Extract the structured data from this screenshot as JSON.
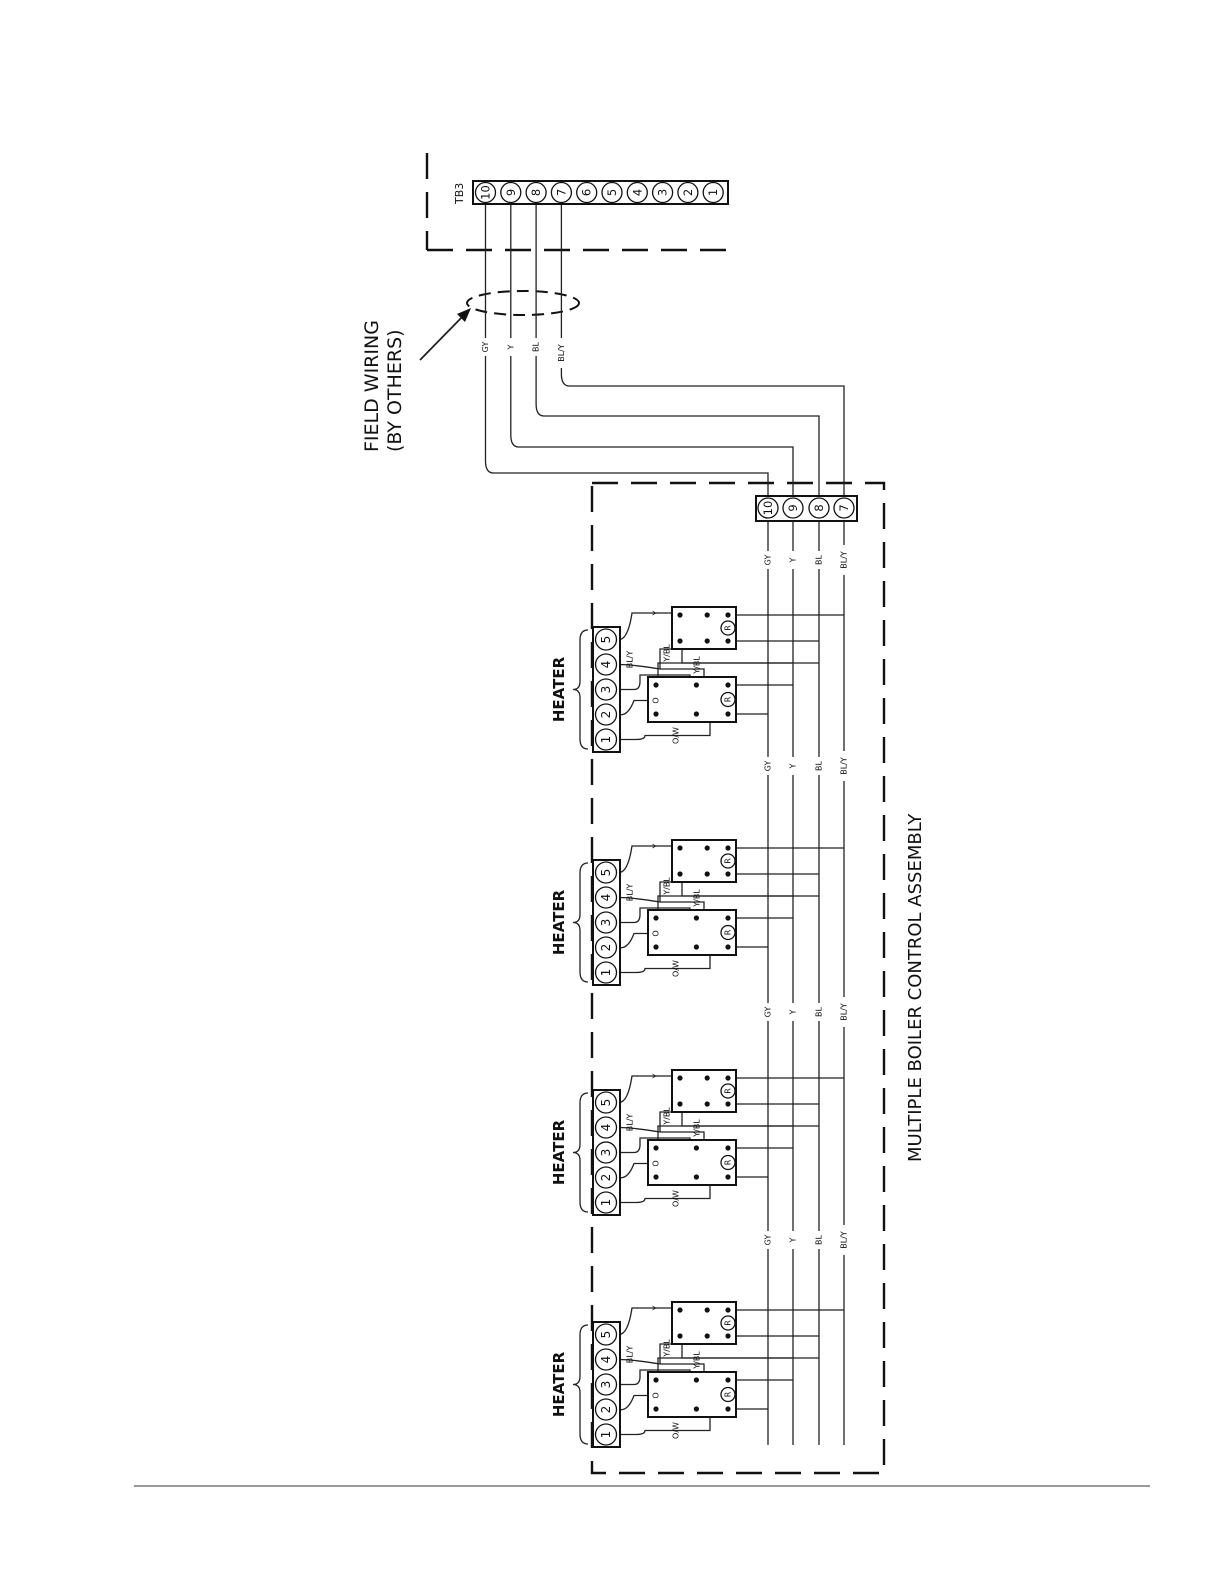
{
  "field_wiring": {
    "line1": "FIELD WIRING",
    "line2": "(BY OTHERS)"
  },
  "tb3": {
    "label": "TB3",
    "terminals": [
      "10",
      "9",
      "8",
      "7",
      "6",
      "5",
      "4",
      "3",
      "2",
      "1"
    ]
  },
  "assembly": {
    "title": "MULTIPLE BOILER CONTROL ASSEMBLY",
    "terminals": [
      "10",
      "9",
      "8",
      "7"
    ]
  },
  "wires": [
    "GY",
    "Y",
    "BL",
    "BL/Y"
  ],
  "heaters": [
    {
      "label": "HEATER",
      "terminals": [
        "1",
        "2",
        "3",
        "4",
        "5"
      ],
      "wire_labels": [
        "O/W",
        "O",
        "BL/Y",
        "Y/BL",
        "Y/BL",
        "Y"
      ],
      "relay_symbol": "R"
    },
    {
      "label": "HEATER",
      "terminals": [
        "1",
        "2",
        "3",
        "4",
        "5"
      ],
      "wire_labels": [
        "O/W",
        "O",
        "BL/Y",
        "Y/BL",
        "Y/BL",
        "Y"
      ],
      "relay_symbol": "R"
    },
    {
      "label": "HEATER",
      "terminals": [
        "1",
        "2",
        "3",
        "4",
        "5"
      ],
      "wire_labels": [
        "O/W",
        "O",
        "BL/Y",
        "Y/BL",
        "Y/BL",
        "Y"
      ],
      "relay_symbol": "R"
    },
    {
      "label": "HEATER",
      "terminals": [
        "1",
        "2",
        "3",
        "4",
        "5"
      ],
      "wire_labels": [
        "O/W",
        "O",
        "BL/Y",
        "Y/BL",
        "Y/BL",
        "Y"
      ],
      "relay_symbol": "R"
    }
  ]
}
